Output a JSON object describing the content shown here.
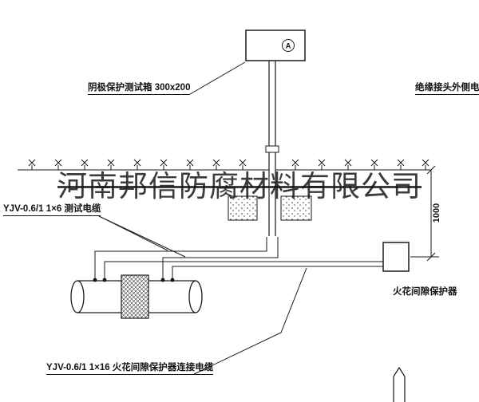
{
  "watermark": {
    "text": "河南邦信防腐材料有限公司"
  },
  "labels": {
    "test_box": "阴极保护测试箱 300x200",
    "outer_cable": "绝缘接头外侧电缆",
    "test_cable": "YJV-0.6/1 1×6  测试电缆",
    "spark_gap_cable": "YJV-0.6/1 1×16  火花间隙保护器连接电缆",
    "spark_gap_protector": "火花间隙保护器",
    "dimension_1000": "1000",
    "meter_a": "A"
  },
  "colors": {
    "line": "#1a1a1a",
    "background": "#ffffff",
    "watermark": "rgba(25,25,25,0.85)"
  }
}
